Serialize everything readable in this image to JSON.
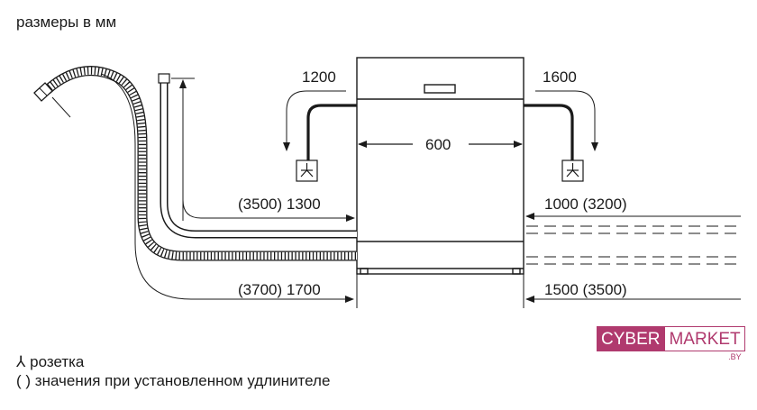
{
  "title": "размеры в мм",
  "dimensions": {
    "top_left": "1200",
    "top_right": "1600",
    "width": "600",
    "mid_left": "(3500) 1300",
    "mid_right": "1000 (3200)",
    "bottom_left": "(3700) 1700",
    "bottom_right": "1500 (3500)"
  },
  "legend": {
    "socket_symbol": "⅄",
    "socket_text": "розетка",
    "paren_symbol": "( )",
    "paren_text": "значения при установленном удлинителе"
  },
  "watermark": {
    "part1": "CYBER",
    "part2": "MARKET",
    "suffix": ".BY",
    "color": "#b03a6e"
  }
}
